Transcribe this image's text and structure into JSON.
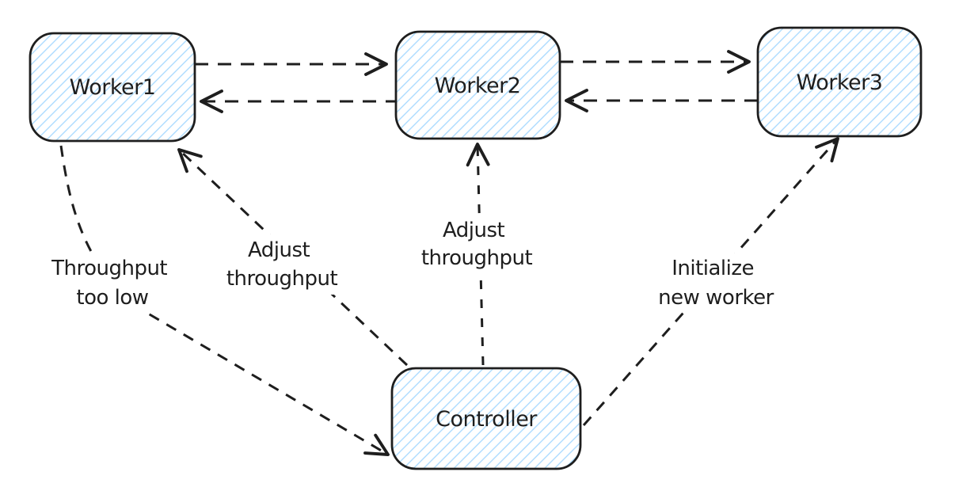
{
  "diagram": {
    "type": "flow-diagram",
    "style": "hand-drawn",
    "colors": {
      "stroke": "#1e1e1e",
      "node_hatch": "#a5d8ff",
      "node_background": "#ffffff",
      "page_background": "#ffffff"
    },
    "nodes": [
      {
        "id": "worker1",
        "label": "Worker1",
        "shape": "rounded-rectangle",
        "fill": "blue-hatch"
      },
      {
        "id": "worker2",
        "label": "Worker2",
        "shape": "rounded-rectangle",
        "fill": "blue-hatch"
      },
      {
        "id": "worker3",
        "label": "Worker3",
        "shape": "rounded-rectangle",
        "fill": "blue-hatch"
      },
      {
        "id": "controller",
        "label": "Controller",
        "shape": "rounded-rectangle",
        "fill": "blue-hatch"
      }
    ],
    "edges": [
      {
        "from": "Worker1",
        "to": "Worker2",
        "line": "dashed",
        "label": ""
      },
      {
        "from": "Worker2",
        "to": "Worker1",
        "line": "dashed",
        "label": ""
      },
      {
        "from": "Worker2",
        "to": "Worker3",
        "line": "dashed",
        "label": ""
      },
      {
        "from": "Worker3",
        "to": "Worker2",
        "line": "dashed",
        "label": ""
      },
      {
        "from": "Worker1",
        "to": "Controller",
        "line": "dashed",
        "label": "Throughput too low"
      },
      {
        "from": "Controller",
        "to": "Worker1",
        "line": "dashed",
        "label": "Adjust throughput"
      },
      {
        "from": "Controller",
        "to": "Worker2",
        "line": "dashed",
        "label": "Adjust throughput"
      },
      {
        "from": "Controller",
        "to": "Worker3",
        "line": "dashed",
        "label": "Initialize new worker"
      }
    ]
  },
  "labels": {
    "worker1": "Worker1",
    "worker2": "Worker2",
    "worker3": "Worker3",
    "controller": "Controller",
    "throughput_too_low_line1": "Throughput",
    "throughput_too_low_line2": "too low",
    "adjust_throughput_w1_line1": "Adjust",
    "adjust_throughput_w1_line2": "throughput",
    "adjust_throughput_w2_line1": "Adjust",
    "adjust_throughput_w2_line2": "throughput",
    "initialize_new_worker_line1": "Initialize",
    "initialize_new_worker_line2": "new worker"
  }
}
